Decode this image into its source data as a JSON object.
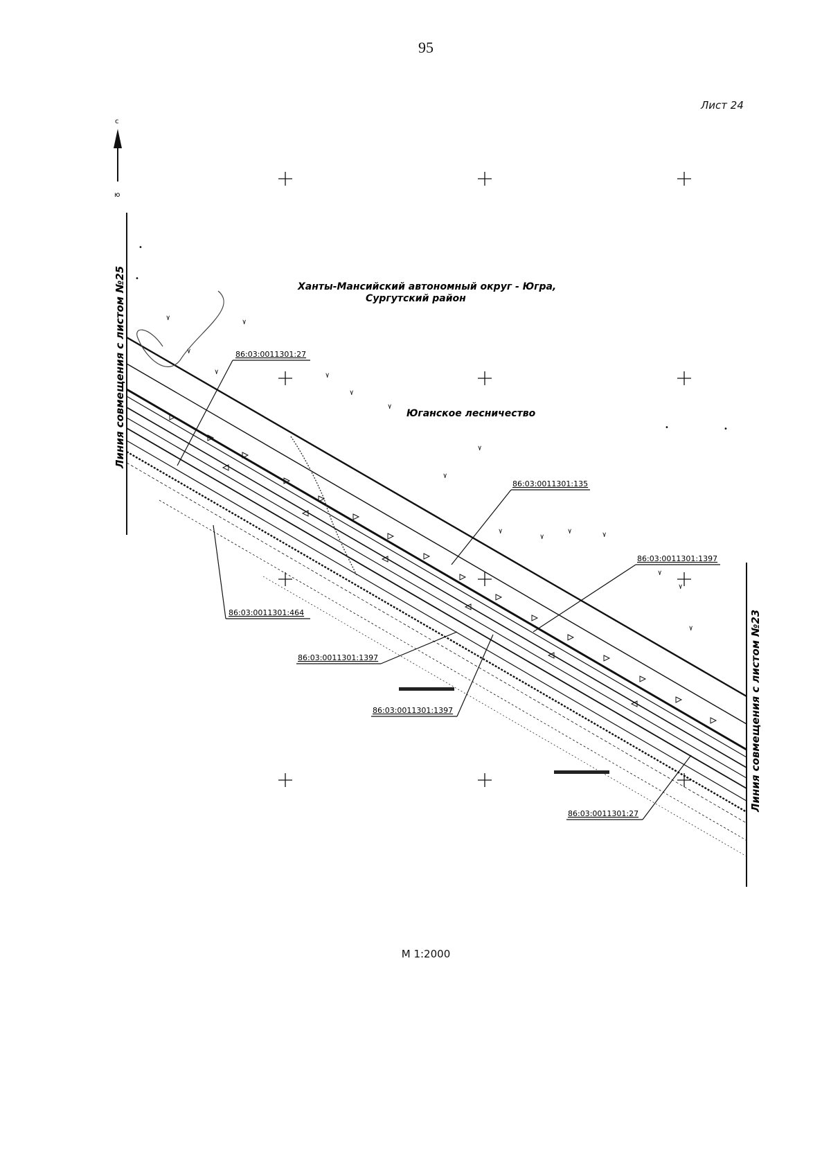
{
  "page": {
    "number": "95",
    "sheet": "Лист 24",
    "scale": "М 1:2000"
  },
  "north_arrow": {
    "top_letter": "с",
    "bottom_letter": "ю"
  },
  "region": {
    "line1": "Ханты-Мансийский автономный округ - Югра,",
    "line2": "Сургутский район",
    "forestry": "Юганское лесничество"
  },
  "join_lines": {
    "left": "Линия совмещения с листом №25",
    "right": "Линия совмещения с листом №23"
  },
  "parcels": [
    {
      "id": "parcel-27-top",
      "label": "86:03:0011301:27"
    },
    {
      "id": "parcel-135",
      "label": "86:03:0011301:135"
    },
    {
      "id": "parcel-1397-right",
      "label": "86:03:0011301:1397"
    },
    {
      "id": "parcel-464",
      "label": "86:03:0011301:464"
    },
    {
      "id": "parcel-1397-mid",
      "label": "86:03:0011301:1397"
    },
    {
      "id": "parcel-1397-low",
      "label": "86:03:0011301:1397"
    },
    {
      "id": "parcel-27-bottom",
      "label": "86:03:0011301:27"
    }
  ],
  "colors": {
    "ink": "#111111",
    "paper": "#ffffff"
  }
}
